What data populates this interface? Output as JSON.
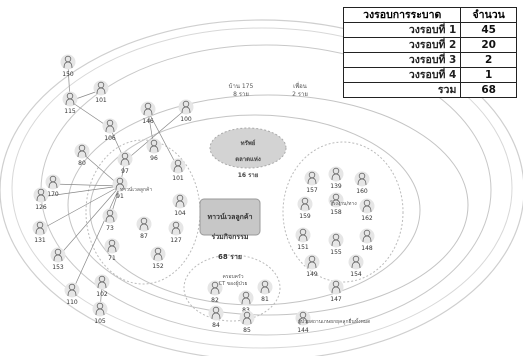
{
  "summary_table": {
    "headers": [
      "วงรอบการระบาด",
      "จำนวน"
    ],
    "rows": [
      {
        "label": "วงรอบที่ 1",
        "value": "45"
      },
      {
        "label": "วงรอบที่ 2",
        "value": "20"
      },
      {
        "label": "วงรอบที่ 3",
        "value": "2"
      },
      {
        "label": "วงรอบที่ 4",
        "value": "1"
      },
      {
        "label": "รวม",
        "value": "68"
      }
    ]
  },
  "center": {
    "line1": "ทาวน์เวลลูกค้า",
    "line2": "ร่วมกิจกรรม",
    "line3": "68 ราย"
  },
  "cluster_top": {
    "line1": "ทรัพย์",
    "line2": "ตลาดแห่ง",
    "line3": "16 ราย"
  },
  "group_labels": {
    "home": "บ้าน 175\n8 ราย",
    "friend": "เพื่อน\n2 ราย",
    "left_group": "ทาวน์เวลลูกค้า",
    "right_group": "โรงงาน/ทาง",
    "bottom_group": "ครอบครัว\nCT ของผู้ป่วย",
    "bottom_note": "ผู้ป่วยสถานเกษยกยุคลูกยื่นทั้งหมด"
  },
  "nodes": [
    {
      "id": "1",
      "label": "150"
    },
    {
      "id": "2",
      "label": "101"
    },
    {
      "id": "3",
      "label": "115"
    },
    {
      "id": "4",
      "label": "106"
    },
    {
      "id": "5",
      "label": "80"
    },
    {
      "id": "6",
      "label": "146"
    },
    {
      "id": "7",
      "label": "100"
    },
    {
      "id": "8",
      "label": "96"
    },
    {
      "id": "9",
      "label": "97"
    },
    {
      "id": "10",
      "label": "101"
    },
    {
      "id": "11",
      "label": "170"
    },
    {
      "id": "12",
      "label": "126"
    },
    {
      "id": "13",
      "label": "91"
    },
    {
      "id": "14",
      "label": "131"
    },
    {
      "id": "15",
      "label": "153"
    },
    {
      "id": "16",
      "label": "73"
    },
    {
      "id": "17",
      "label": "87"
    },
    {
      "id": "18",
      "label": "127"
    },
    {
      "id": "19",
      "label": "104"
    },
    {
      "id": "20",
      "label": "71"
    },
    {
      "id": "21",
      "label": "152"
    },
    {
      "id": "22",
      "label": "110"
    },
    {
      "id": "23",
      "label": "102"
    },
    {
      "id": "24",
      "label": "105"
    },
    {
      "id": "25",
      "label": "157"
    },
    {
      "id": "26",
      "label": "139"
    },
    {
      "id": "27",
      "label": "160"
    },
    {
      "id": "28",
      "label": "159"
    },
    {
      "id": "29",
      "label": "158"
    },
    {
      "id": "30",
      "label": "162"
    },
    {
      "id": "31",
      "label": "151"
    },
    {
      "id": "32",
      "label": "155"
    },
    {
      "id": "33",
      "label": "148"
    },
    {
      "id": "34",
      "label": "149"
    },
    {
      "id": "35",
      "label": "154"
    },
    {
      "id": "36",
      "label": "147"
    },
    {
      "id": "37",
      "label": "82"
    },
    {
      "id": "38",
      "label": "83"
    },
    {
      "id": "39",
      "label": "81"
    },
    {
      "id": "40",
      "label": "84"
    },
    {
      "id": "41",
      "label": "85"
    },
    {
      "id": "42",
      "label": "144"
    }
  ]
}
